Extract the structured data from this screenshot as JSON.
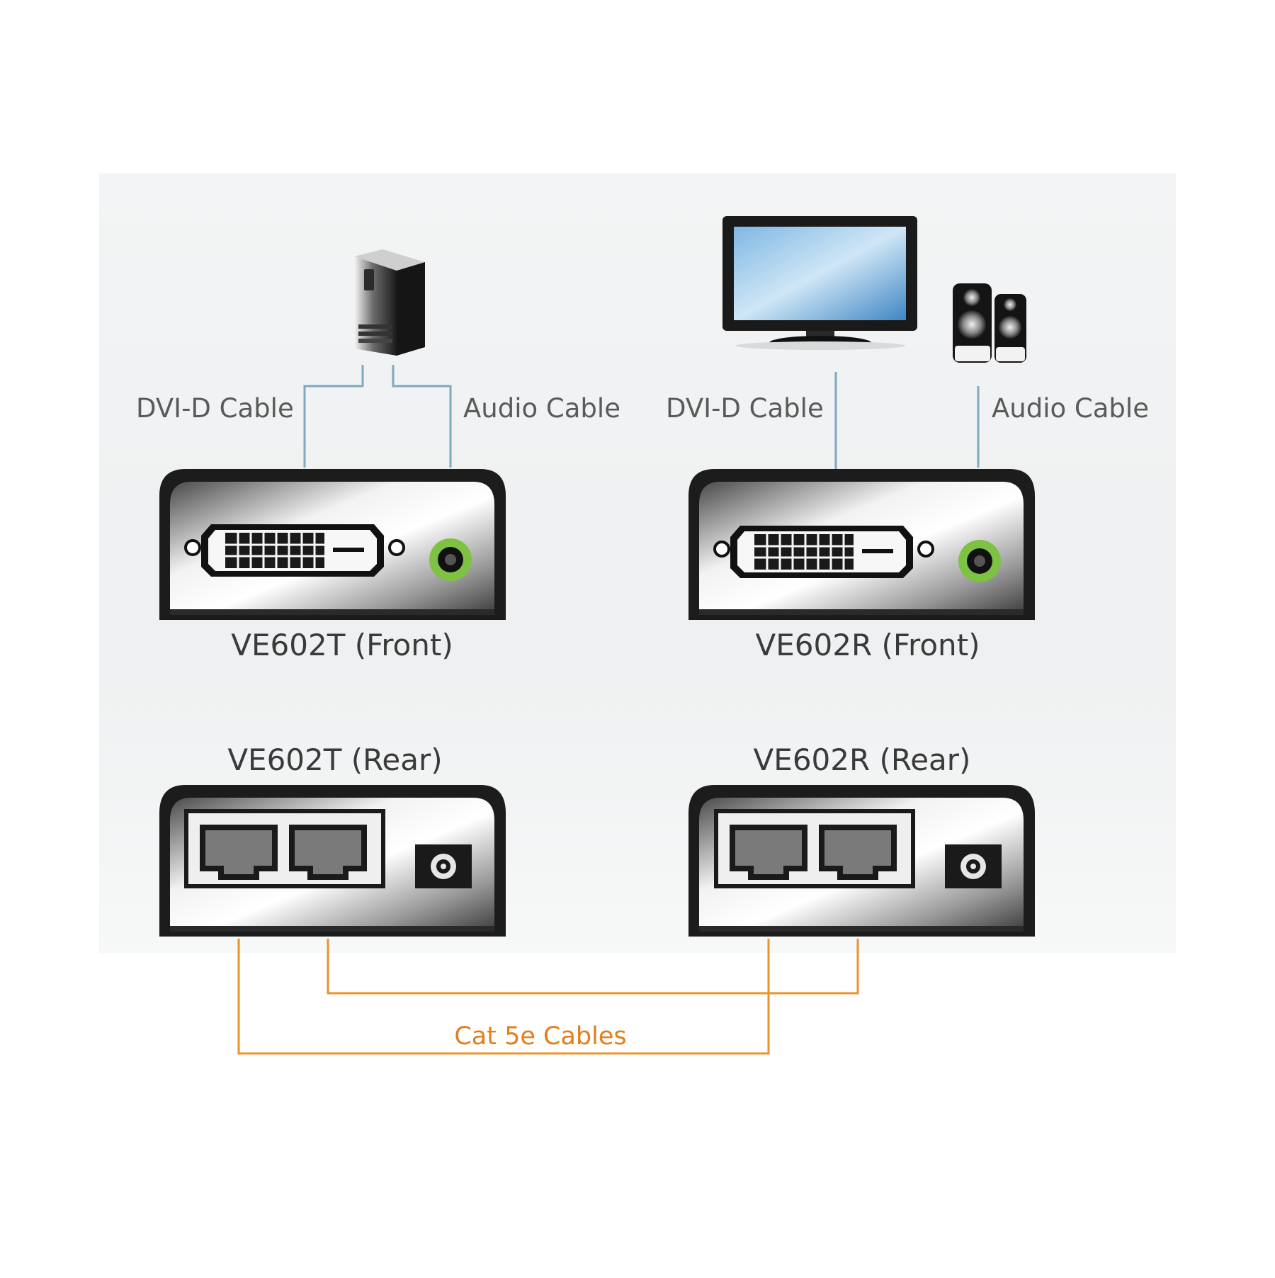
{
  "tx": {
    "cable_left": "DVI-D Cable",
    "cable_right": "Audio Cable",
    "front_label": "VE602T (Front)",
    "rear_label": "VE602T (Rear)"
  },
  "rx": {
    "cable_left": "DVI-D Cable",
    "cable_right": "Audio Cable",
    "front_label": "VE602R (Front)",
    "rear_label": "VE602R (Rear)"
  },
  "link": {
    "label": "Cat 5e Cables"
  },
  "colors": {
    "panel_background": "#f1f3f4",
    "device_cable": "#7fa9bd",
    "cat5e_cable": "#e9932a",
    "cat5e_label": "#e07f1c",
    "label_gray": "#5a5a5a",
    "label_dark": "#3a3a3a",
    "audio_port": "#7dc242"
  },
  "icons": {
    "source": "computer-tower-icon",
    "display": "monitor-icon",
    "audio_out": "speakers-icon"
  }
}
